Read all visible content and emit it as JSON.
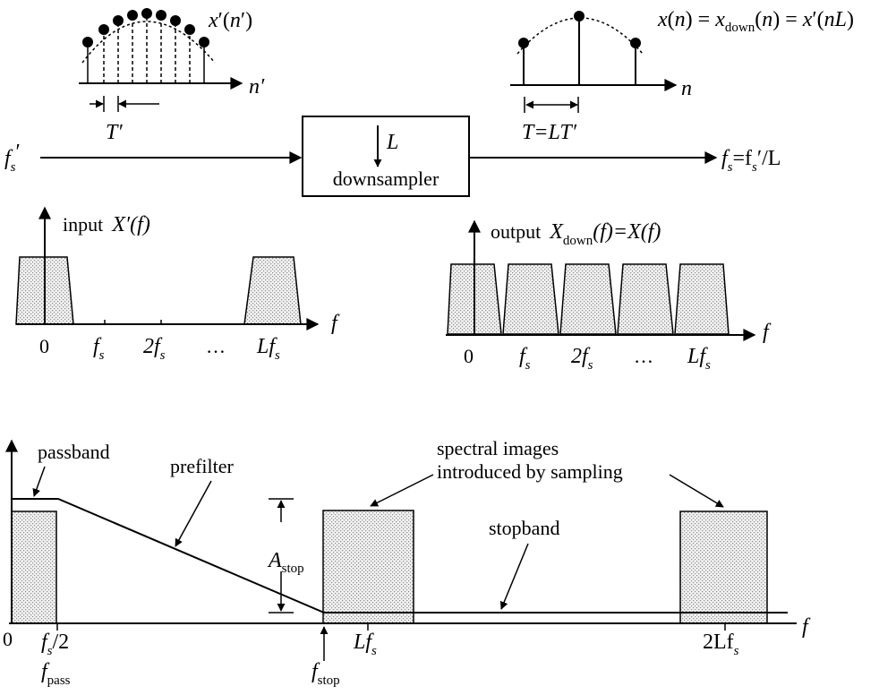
{
  "top_left_signal": {
    "label_x": "x",
    "label_prime_paren": "′(",
    "label_n": "n",
    "label_close": "′)",
    "axis_var": "n′",
    "period": "T′"
  },
  "top_right_signal": {
    "lhs_x": "x",
    "lhs_open": "(",
    "lhs_n": "n",
    "lhs_close": ")",
    "eq1": " = ",
    "mid_x": "x",
    "mid_sub": "down",
    "mid_open": "(",
    "mid_n": "n",
    "mid_close": ")",
    "eq2": " = ",
    "rhs_x": "x",
    "rhs_open": "′(",
    "rhs_n": "nL",
    "rhs_close": ")",
    "axis_var": "n",
    "period": "T=LT′"
  },
  "block": {
    "input_rate_f": "f",
    "input_rate_sub": "s",
    "input_rate_prime": "′",
    "factor": "L",
    "name": "downsampler",
    "output_rate_f": "f",
    "output_rate_sub": "s",
    "output_rate_rest": "=f",
    "output_rate_sub2": "s",
    "output_rate_tail": "′/L"
  },
  "input_spectrum": {
    "word": "input",
    "func_X": "X",
    "func_rest": "′(f)",
    "axis_var": "f",
    "ticks": [
      "0",
      "f",
      "2f",
      "…",
      "Lf"
    ],
    "tick_sub": "s"
  },
  "output_spectrum": {
    "word": "output",
    "func_X": "X",
    "func_sub": "down",
    "func_rest": "(f)=X(f)",
    "axis_var": "f",
    "ticks": [
      "0",
      "f",
      "2f",
      "…",
      "Lf"
    ],
    "tick_sub": "s"
  },
  "prefilter_plot": {
    "passband": "passband",
    "prefilter": "prefilter",
    "images_line1": "spectral images",
    "images_line2": "introduced by sampling",
    "stopband": "stopband",
    "astop_A": "A",
    "astop_sub": "stop",
    "axis_var": "f",
    "tick_zero": "0",
    "tick_half_f": "f",
    "tick_half_sub": "s",
    "tick_half_rest": "/2",
    "fpass_f": "f",
    "fpass_sub": "pass",
    "fstop_f": "f",
    "fstop_sub": "stop",
    "tick_lfs_L": "Lf",
    "tick_lfs_sub": "s",
    "tick_2lfs": "2Lf",
    "tick_2lfs_sub": "s"
  }
}
